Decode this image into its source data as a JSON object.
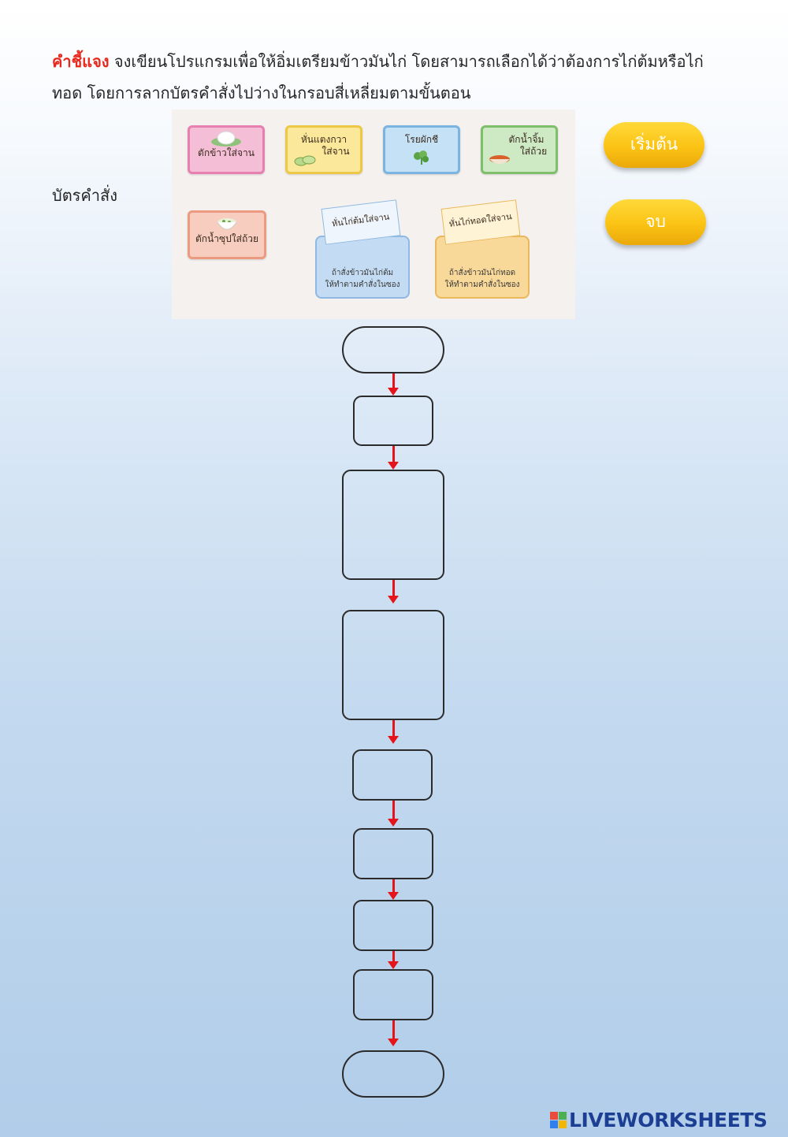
{
  "instructions": {
    "lead": "คำชี้แจง",
    "line1": " จงเขียนโปรแกรมเพื่อให้อิ่มเตรียมข้าวมันไก่ โดยสามารถเลือกได้ว่าต้องการไก่ต้มหรือไก่",
    "line2": "ทอด  โดยการลากบัตรคำสั่งไปว่างในกรอบสี่เหลี่ยมตามขั้นตอน"
  },
  "cards_label": "บัตรคำสั่ง",
  "cards": {
    "rice": "ตักข้าวใส่จาน",
    "cucumber_1": "หั่นแตงกวา",
    "cucumber_2": "ใส่จาน",
    "coriander": "โรยผักชี",
    "dip_1": "ตักน้ำจิ้ม",
    "dip_2": "ใส่ถ้วย",
    "soup": "ตักน้ำซุปใส่ถ้วย",
    "boiled_card": "หั่นไก่ต้มใส่จาน",
    "boiled_note_1": "ถ้าสั่งข้าวมันไก่ต้ม",
    "boiled_note_2": "ให้ทำตามคำสั่งในซอง",
    "fried_card": "หั่นไก่ทอดใส่จาน",
    "fried_note_1": "ถ้าสั่งข้าวมันไก่ทอด",
    "fried_note_2": "ให้ทำตามคำสั่งในซอง"
  },
  "buttons": {
    "start": "เริ่มต้น",
    "end": "จบ"
  },
  "colors": {
    "instruction_lead": "#e8281c",
    "arrow": "#e5141a",
    "button": "#fbc314",
    "brand": "#1c3f94"
  },
  "brand": "LIVEWORKSHEETS"
}
